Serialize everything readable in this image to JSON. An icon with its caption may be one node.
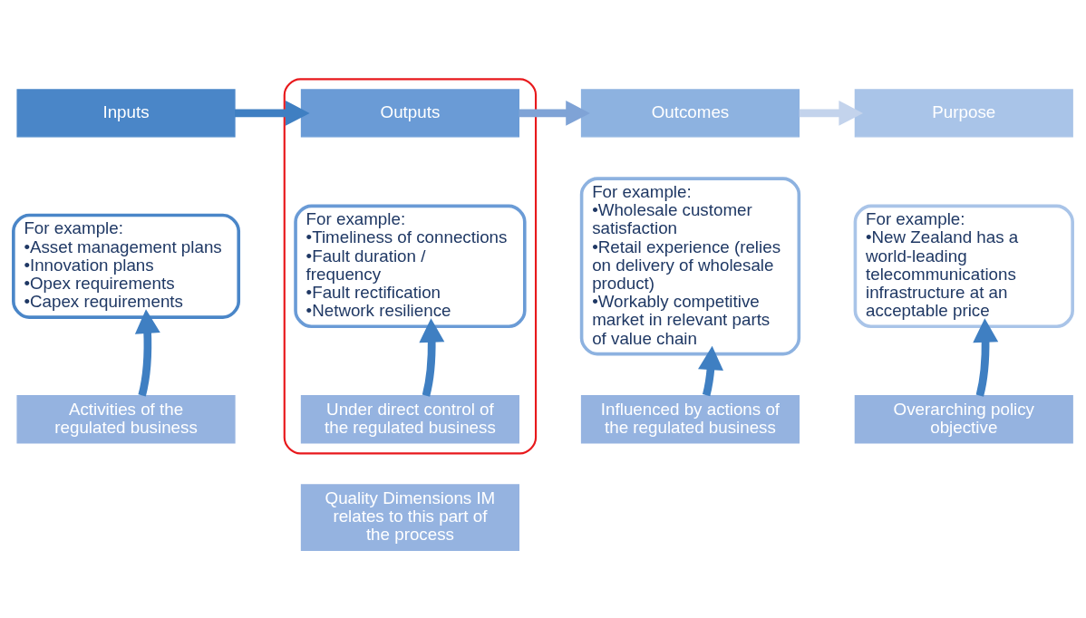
{
  "diagram": {
    "nodes": [
      {
        "text": [
          "Inputs"
        ]
      },
      {
        "text": [
          "For example:",
          "•Asset management plans",
          "•Innovation plans",
          "•Opex requirements",
          "•Capex requirements"
        ]
      },
      {
        "text": [
          "Activities of the regulated business"
        ]
      },
      {
        "text": [],
        "shape": "box"
      },
      {
        "text": [
          "Outputs"
        ],
        "in": 3
      },
      {
        "text": [
          "For example:",
          "•Timeliness of connections",
          "•Fault duration / frequency",
          "•Fault rectification",
          "•Network resilience"
        ],
        "in": 3
      },
      {
        "text": [
          "Under direct control of the regulated business"
        ],
        "in": 3
      },
      {
        "text": [
          "Outcomes"
        ]
      },
      {
        "text": [
          "For example:",
          "•Wholesale customer satisfaction",
          "•Retail experience (relies on delivery of wholesale product)",
          "•Workably competitive market in relevant parts of value chain"
        ]
      },
      {
        "text": [
          "Influenced by actions of the regulated business"
        ]
      },
      {
        "text": [
          "Purpose"
        ]
      },
      {
        "text": [
          "For example:",
          "•New Zealand has a world-leading telecommunications infrastructure at an acceptable price"
        ]
      },
      {
        "text": [
          "Overarching policy objective"
        ]
      },
      {
        "text": [
          "Quality Dimensions IM relates to this part of the process"
        ]
      }
    ],
    "edges": [
      {
        "from": 0,
        "to": 4,
        "arrow": "to"
      },
      {
        "from": 4,
        "to": 7,
        "arrow": "to",
        "color": "#7fa3d6"
      },
      {
        "from": 7,
        "to": 10,
        "arrow": "to",
        "color": "#c3d3ec"
      },
      {
        "from": 2,
        "to": 1,
        "arrow": "to"
      },
      {
        "from": 6,
        "to": 5,
        "arrow": "to"
      },
      {
        "from": 9,
        "to": 8,
        "arrow": "to"
      },
      {
        "from": 12,
        "to": 11,
        "arrow": "to"
      }
    ]
  }
}
